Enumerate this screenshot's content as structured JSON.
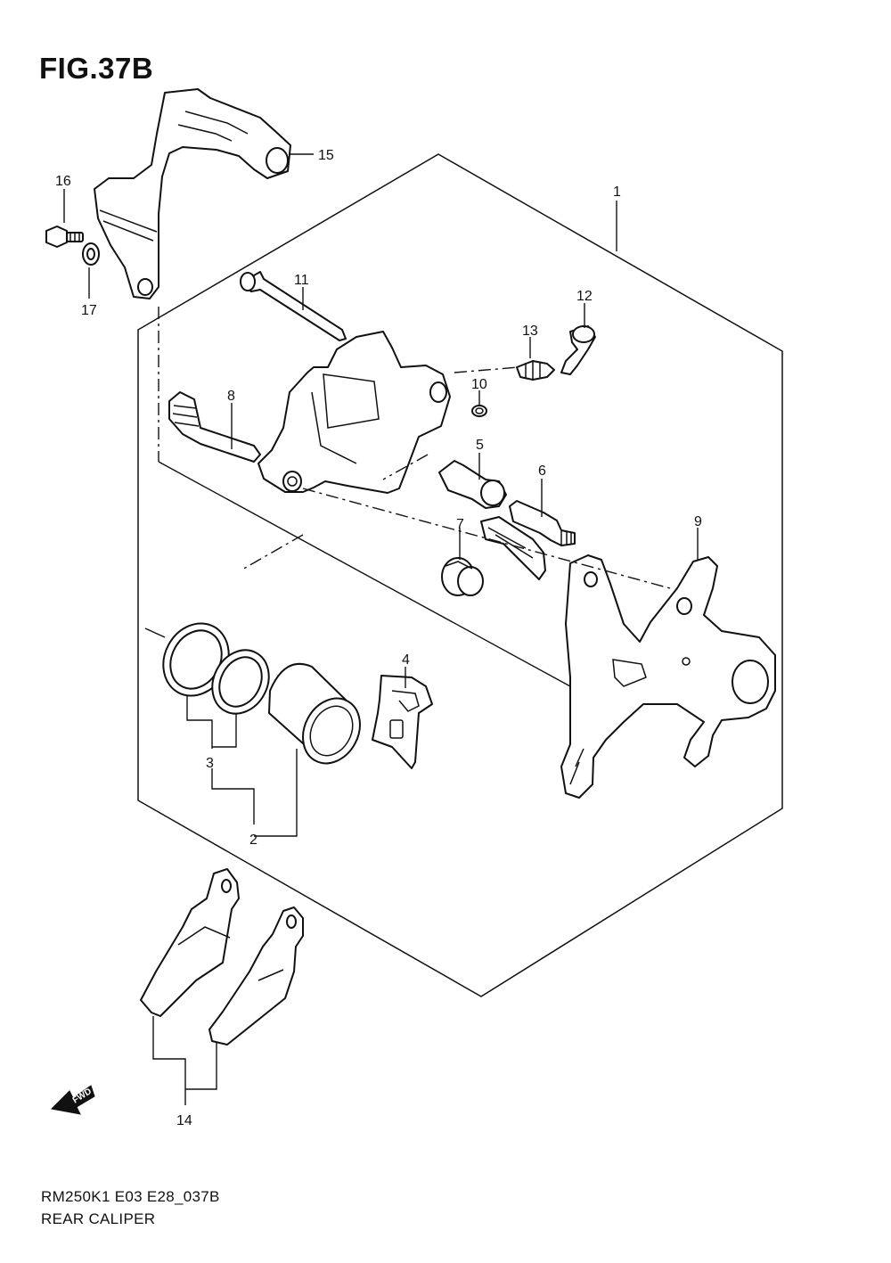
{
  "figure": {
    "title": "FIG.37B",
    "model_code": "RM250K1 E03 E28_037B",
    "name": "REAR CALIPER",
    "direction_label": "FWD"
  },
  "callouts": {
    "c1": "1",
    "c2": "2",
    "c3": "3",
    "c4": "4",
    "c5": "5",
    "c6": "6",
    "c7": "7",
    "c8": "8",
    "c9": "9",
    "c10": "10",
    "c11": "11",
    "c12": "12",
    "c13": "13",
    "c14": "14",
    "c15": "15",
    "c16": "16",
    "c17": "17"
  },
  "parts": [
    {
      "ref": "1",
      "name": "caliper-assembly"
    },
    {
      "ref": "2",
      "name": "piston-set"
    },
    {
      "ref": "3",
      "name": "piston-seal-set"
    },
    {
      "ref": "4",
      "name": "pad-spring"
    },
    {
      "ref": "5",
      "name": "boot"
    },
    {
      "ref": "6",
      "name": "pin"
    },
    {
      "ref": "7",
      "name": "boot"
    },
    {
      "ref": "8",
      "name": "pin"
    },
    {
      "ref": "9",
      "name": "bracket"
    },
    {
      "ref": "10",
      "name": "ring"
    },
    {
      "ref": "11",
      "name": "pin"
    },
    {
      "ref": "12",
      "name": "cap"
    },
    {
      "ref": "13",
      "name": "bleeder"
    },
    {
      "ref": "14",
      "name": "pad-set"
    },
    {
      "ref": "15",
      "name": "guard"
    },
    {
      "ref": "16",
      "name": "bolt"
    },
    {
      "ref": "17",
      "name": "washer"
    }
  ],
  "colors": {
    "line": "#111111",
    "background": "#ffffff"
  }
}
